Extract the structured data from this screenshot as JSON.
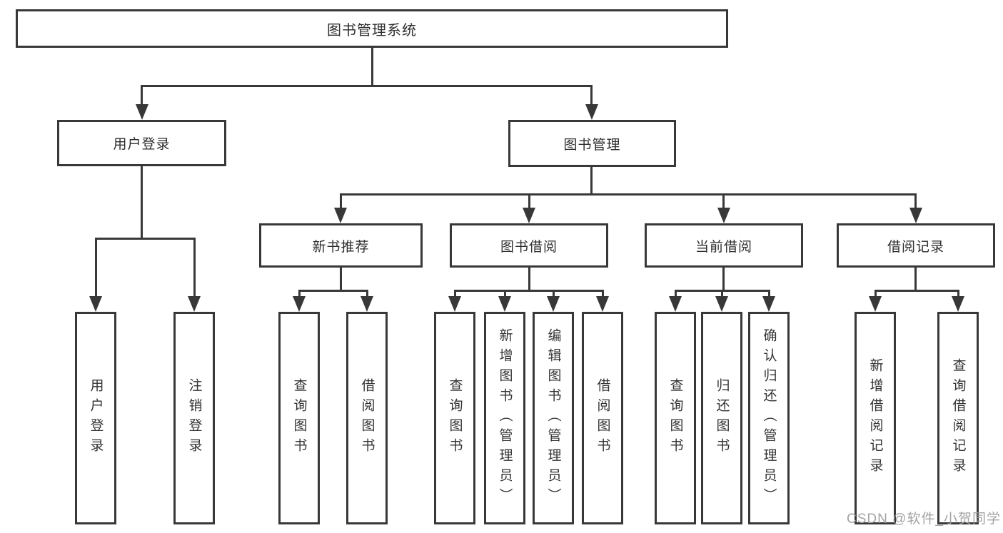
{
  "colors": {
    "line": "#383838",
    "box_border": "#383838",
    "box_background": "#ffffff",
    "text": "#333333",
    "watermark": "#9e9e9e"
  },
  "tree": {
    "root": "图书管理系统",
    "children": [
      {
        "label": "用户登录",
        "children": [
          "用户登录",
          "注销登录"
        ]
      },
      {
        "label": "图书管理",
        "children": [
          {
            "label": "新书推荐",
            "children": [
              "查询图书",
              "借阅图书"
            ]
          },
          {
            "label": "图书借阅",
            "children": [
              "查询图书",
              "新增图书（管理员）",
              "编辑图书（管理员）",
              "借阅图书"
            ]
          },
          {
            "label": "当前借阅",
            "children": [
              "查询图书",
              "归还图书",
              "确认归还（管理员）"
            ]
          },
          {
            "label": "借阅记录",
            "children": [
              "新增借阅记录",
              "查询借阅记录"
            ]
          }
        ]
      }
    ]
  },
  "watermark": "CSDN @软件_小贺同学"
}
